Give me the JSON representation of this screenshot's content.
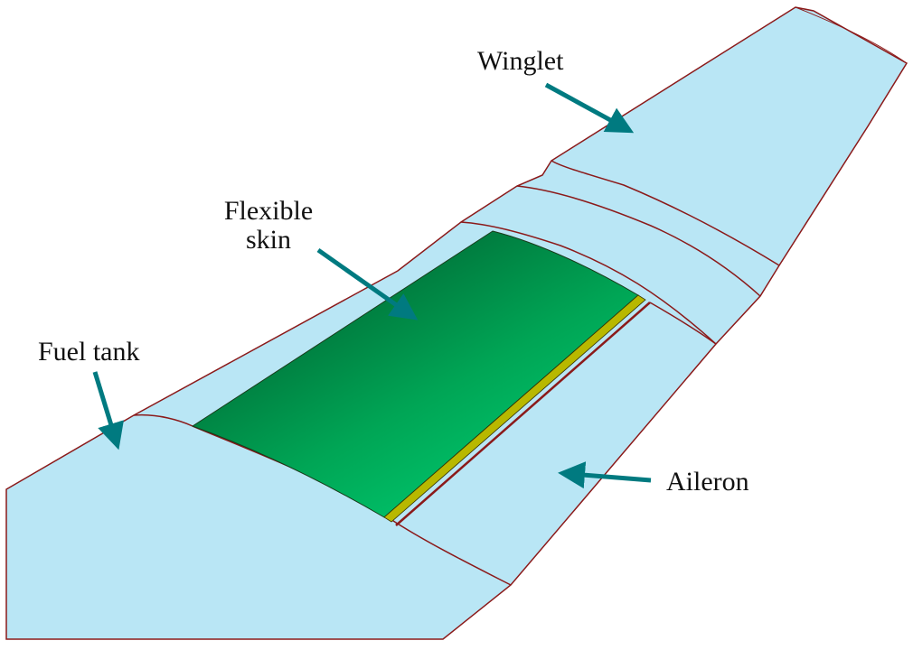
{
  "diagram": {
    "title": "",
    "colors": {
      "wing_fill": "#b9e6f5",
      "outline": "#8b1a1a",
      "flexible_skin_dark": "#006a35",
      "flexible_skin_light": "#00c46a",
      "strip_yellow": "#b8b800",
      "arrow": "#007a80"
    },
    "labels": {
      "winglet": "Winglet",
      "flexible_skin_line1": "Flexible",
      "flexible_skin_line2": "skin",
      "fuel_tank": "Fuel tank",
      "aileron": "Aileron"
    },
    "components": [
      {
        "name": "Winglet",
        "region": "wing tip section"
      },
      {
        "name": "Flexible skin",
        "region": "mid-wing green morphing panel"
      },
      {
        "name": "Fuel tank",
        "region": "inboard wing root section"
      },
      {
        "name": "Aileron",
        "region": "trailing edge control surface"
      }
    ]
  }
}
